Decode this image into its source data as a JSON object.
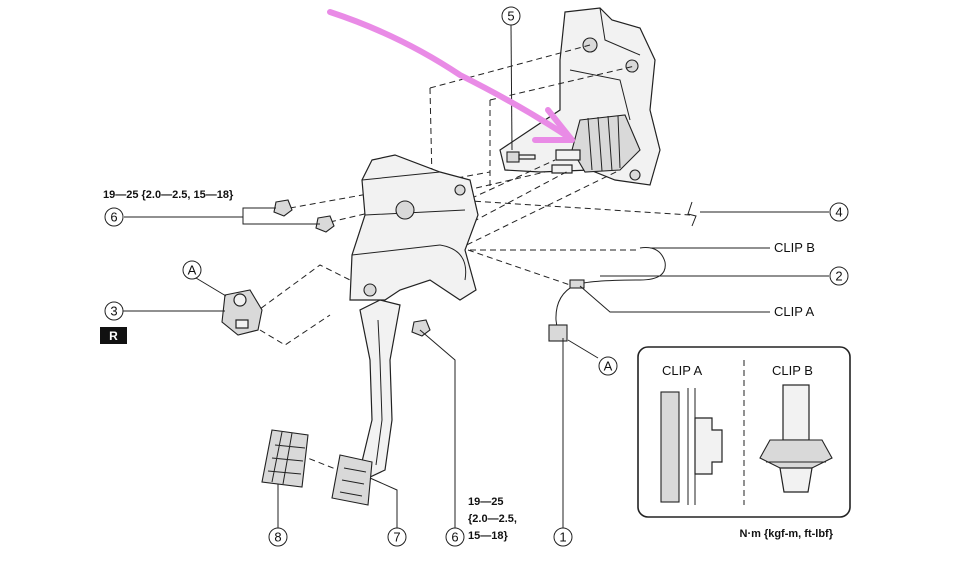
{
  "callouts": {
    "c1": "1",
    "c2": "2",
    "c3": "3",
    "c4": "4",
    "c5": "5",
    "c6a": "6",
    "c6b": "6",
    "c7": "7",
    "c8": "8"
  },
  "labels": {
    "clip_b": "CLIP B",
    "clip_a": "CLIP A",
    "ref_a_top": "A",
    "ref_a_bottom": "A",
    "badge_r": "R"
  },
  "torque_top": "19—25 {2.0—2.5, 15—18}",
  "torque_bottom": [
    "19—25",
    "{2.0—2.5,",
    "15—18}"
  ],
  "inset": {
    "clip_a": "CLIP A",
    "clip_b": "CLIP B",
    "units": "N·m {kgf-m, ft-lbf}"
  },
  "annotation_color": "#e98be6"
}
